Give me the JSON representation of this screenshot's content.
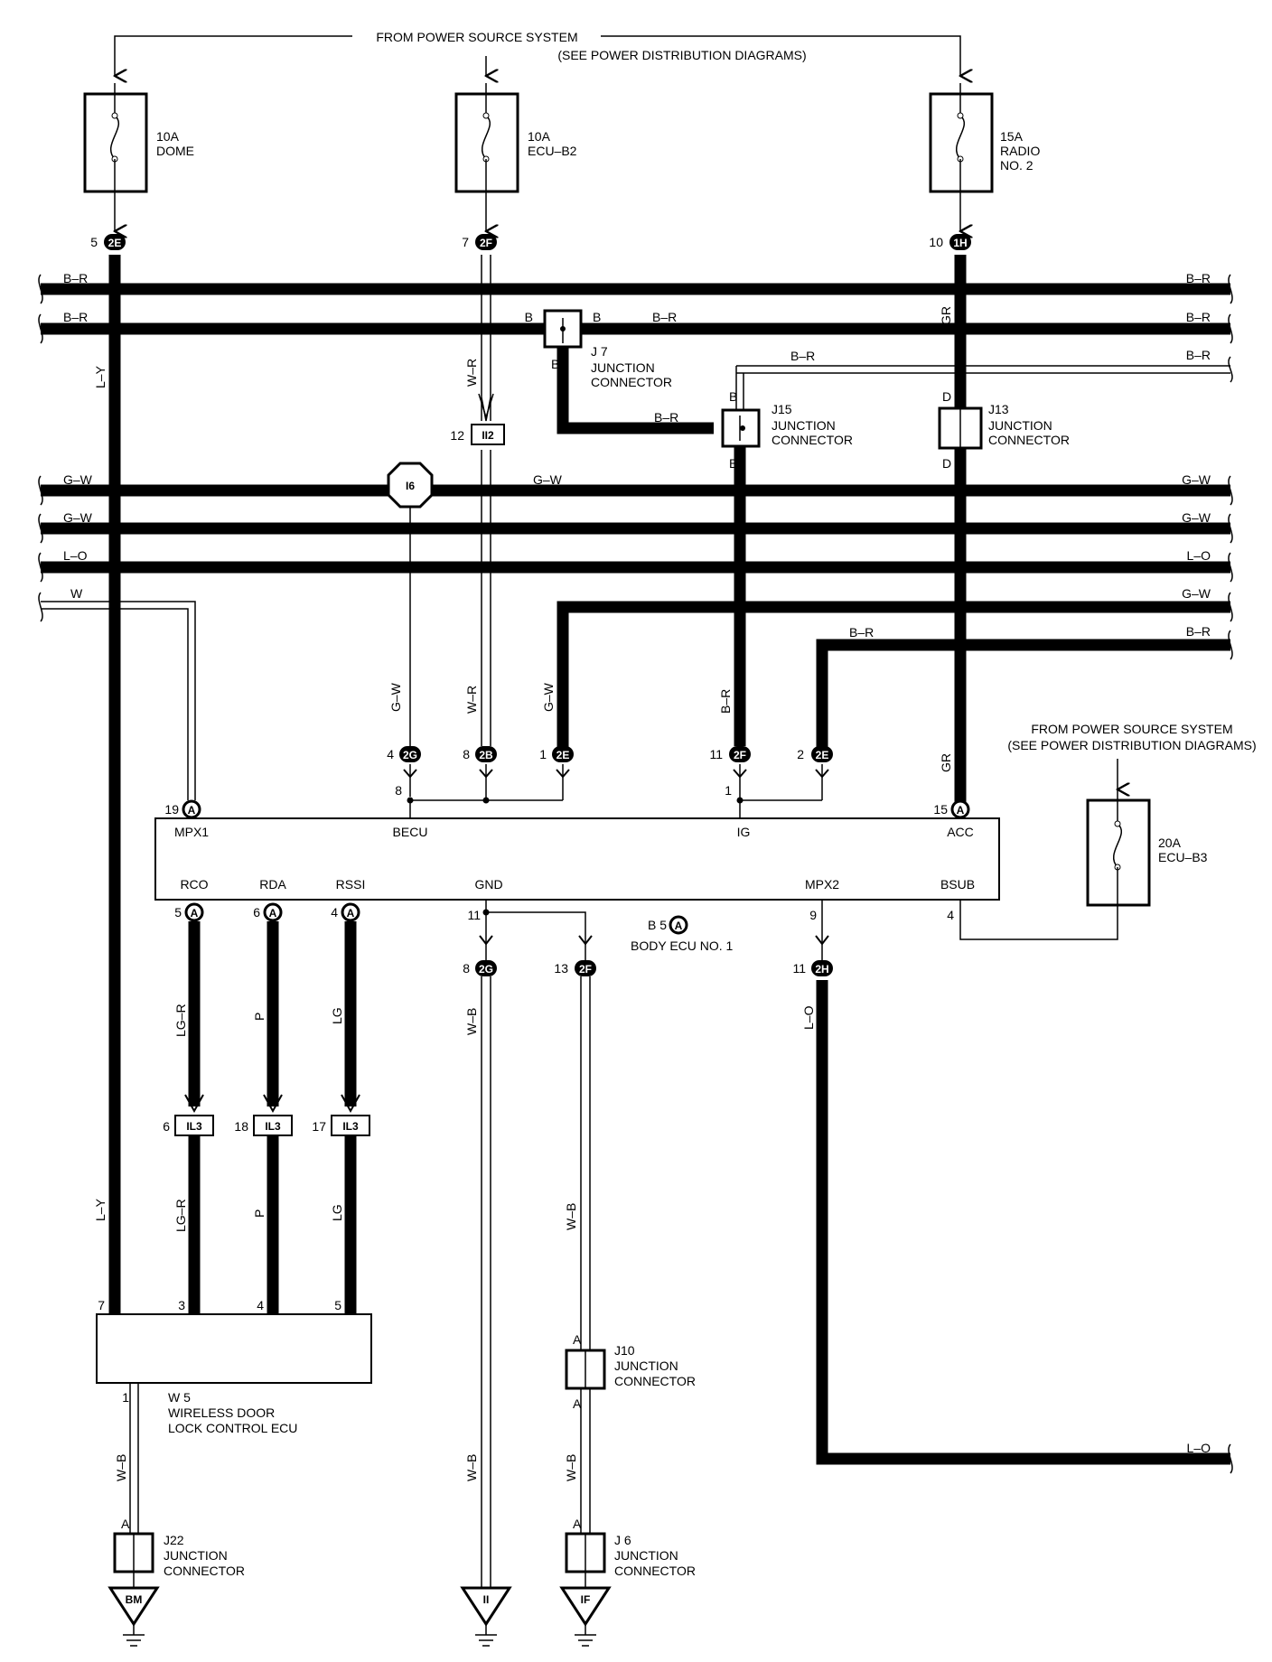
{
  "power_source": {
    "title": "FROM POWER SOURCE SYSTEM",
    "note": "(SEE POWER DISTRIBUTION DIAGRAMS)"
  },
  "fuses": [
    {
      "amp": "10A",
      "name": "DOME",
      "name2": ""
    },
    {
      "amp": "10A",
      "name": "ECU–B2",
      "name2": ""
    },
    {
      "amp": "15A",
      "name": "RADIO",
      "name2": "NO. 2"
    },
    {
      "amp": "20A",
      "name": "ECU–B3",
      "name2": ""
    }
  ],
  "connectors": {
    "fuse1_pin": "5",
    "fuse1_id": "2E",
    "fuse2_pin": "7",
    "fuse2_id": "2F",
    "fuse3_pin": "10",
    "fuse3_id": "1H",
    "ii2_pin": "12",
    "ii2_id": "II2",
    "i6_id": "I6",
    "c4_pin": "4",
    "c4_id": "2G",
    "c8_pin": "8",
    "c8_id": "2B",
    "c1_pin": "1",
    "c1_id": "2E",
    "c11_pin": "11",
    "c11_id": "2F",
    "c2_pin": "2",
    "c2_id": "2E",
    "g8_pin": "8",
    "g8_id": "2G",
    "f13_pin": "13",
    "f13_id": "2F",
    "h11_pin": "11",
    "h11_id": "2H",
    "il3_1_pin": "6",
    "il3_2_pin": "18",
    "il3_3_pin": "17",
    "il3_id": "IL3"
  },
  "junctions": {
    "j7_id": "J 7",
    "j15_id": "J15",
    "j13_id": "J13",
    "j10_id": "J10",
    "j6_id": "J 6",
    "j22_id": "J22",
    "label": "JUNCTION",
    "label2": "CONNECTOR",
    "b": "B",
    "d": "D",
    "a": "A"
  },
  "wires": {
    "br": "B–R",
    "gw": "G–W",
    "lo": "L–O",
    "w": "W",
    "ly": "L–Y",
    "wr": "W–R",
    "gr": "GR",
    "lgr": "LG–R",
    "p": "P",
    "lg": "LG",
    "wb": "W–B"
  },
  "body_ecu": {
    "pins_top": [
      {
        "num": "19",
        "conn": "A",
        "name": "MPX1"
      },
      {
        "num": "8",
        "name": "BECU"
      },
      {
        "num": "1",
        "name": "IG"
      },
      {
        "num": "15",
        "conn": "A",
        "name": "ACC"
      }
    ],
    "pins_bottom": [
      {
        "num": "5",
        "conn": "A",
        "name": "RCO"
      },
      {
        "num": "6",
        "conn": "A",
        "name": "RDA"
      },
      {
        "num": "4",
        "conn": "A",
        "name": "RSSI"
      },
      {
        "num": "11",
        "name": "GND"
      },
      {
        "num": "9",
        "name": "MPX2"
      },
      {
        "num": "4",
        "name": "BSUB"
      }
    ],
    "id": "B 5",
    "conn": "A",
    "name": "BODY ECU NO. 1"
  },
  "wireless_ecu": {
    "pins": [
      "7",
      "3",
      "4",
      "5",
      "1"
    ],
    "id": "W 5",
    "name": "WIRELESS DOOR",
    "name2": "LOCK CONTROL ECU"
  },
  "grounds": [
    "BM",
    "II",
    "IF"
  ]
}
